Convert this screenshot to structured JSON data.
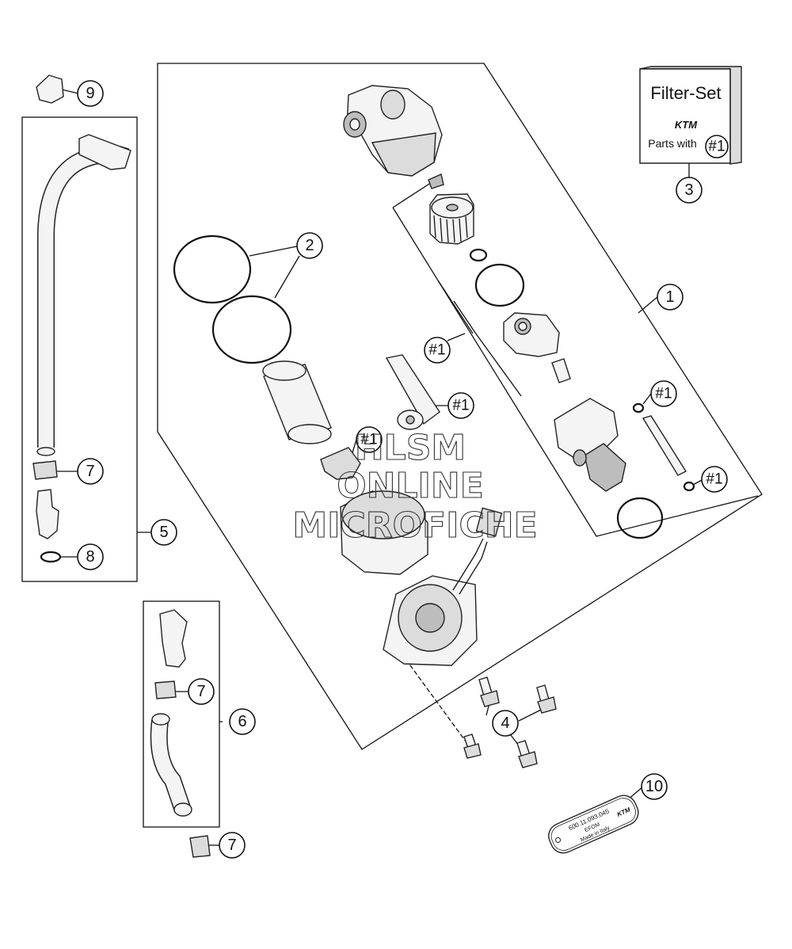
{
  "callouts": {
    "c1": "1",
    "c2": "2",
    "c3": "3",
    "c4": "4",
    "c5": "5",
    "c6": "6",
    "c7a": "7",
    "c7b": "7",
    "c7c": "7",
    "c8": "8",
    "c9": "9",
    "c10": "10"
  },
  "hash_refs": {
    "h1": "#1",
    "h2": "#1",
    "h3": "#1",
    "h4": "#1",
    "h5": "#1"
  },
  "filter_box": {
    "title": "Filter-Set",
    "brand": "KTM",
    "parts_with": "Parts with",
    "ref": "#1"
  },
  "label_plate": {
    "line1": "600.11.093.045",
    "line2": "EFOM",
    "line3": "Made in Italy",
    "brand": "KTM"
  },
  "watermark": {
    "line1": "HLSM",
    "line2": "ONLINE",
    "line3": "MICROFICHE"
  }
}
